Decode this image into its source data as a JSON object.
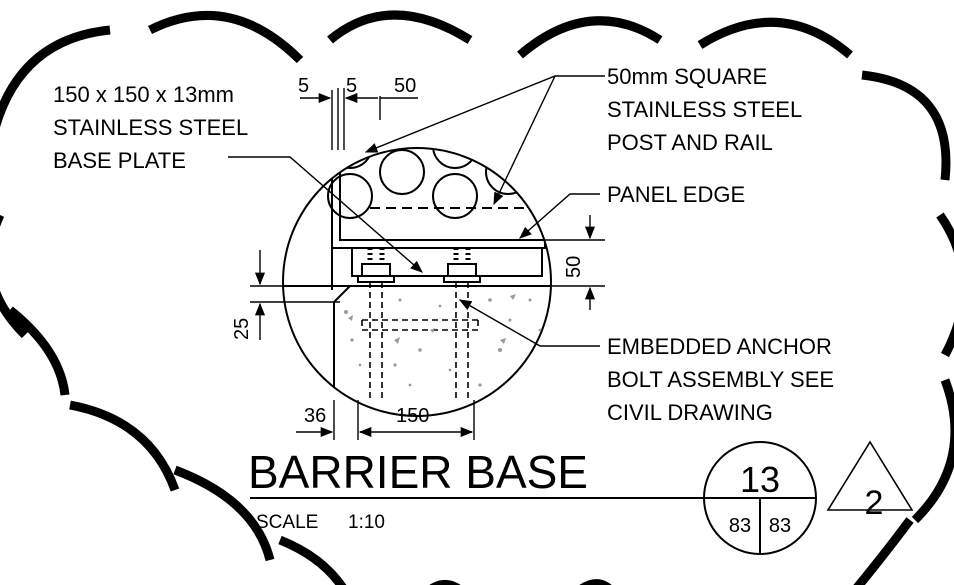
{
  "annotations": {
    "base_plate": [
      "150 x 150 x 13mm",
      "STAINLESS STEEL",
      "BASE PLATE"
    ],
    "post_rail": [
      "50mm SQUARE",
      "STAINLESS STEEL",
      "POST AND RAIL"
    ],
    "panel_edge": "PANEL EDGE",
    "anchor": [
      "EMBEDDED ANCHOR",
      "BOLT ASSEMBLY SEE",
      "CIVIL DRAWING"
    ]
  },
  "dimensions": {
    "top_a": "5",
    "top_b": "5",
    "top_c": "50",
    "right_50": "50",
    "left_25": "25",
    "bottom_36": "36",
    "bottom_150": "150"
  },
  "title_block": {
    "title": "BARRIER BASE",
    "scale_label": "SCALE",
    "scale_value": "1:10",
    "detail_number": "13",
    "sheet_left": "83",
    "sheet_right": "83"
  },
  "revision": {
    "number": "2"
  },
  "colors": {
    "line": "#000000",
    "background": "#ffffff",
    "concrete_fleck": "#9a9a9a"
  }
}
